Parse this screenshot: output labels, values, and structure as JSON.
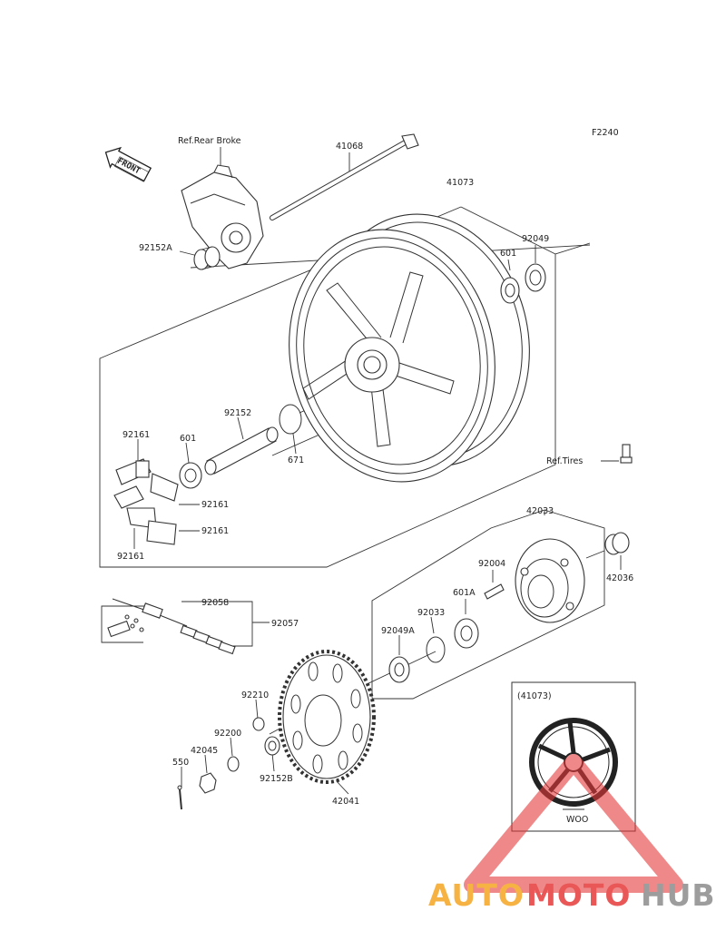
{
  "diagram_code": "F2240",
  "front_label": "FRONT",
  "ref_rear_brake": "Ref.Rear Broke",
  "ref_tires": "Ref.Tires",
  "parts": {
    "axle": "41068",
    "wheel": "41073",
    "collar_brake_side": "92152A",
    "bearing_right": "601",
    "seal_right": "92049",
    "collar_center": "92152",
    "o_ring": "671",
    "bearing_left": "601",
    "damper_top": "92161",
    "damper_mid": "92161",
    "damper_low": "92161",
    "damper_bottom": "92161",
    "coupling": "42033",
    "coupling_collar": "42036",
    "stud": "92004",
    "bearing_coupling": "601A",
    "snap_ring": "92033",
    "seal_coupling": "92049A",
    "chain_link": "92058",
    "chain": "92057",
    "nut": "92210",
    "washer": "92200",
    "collar_sprocket": "92152B",
    "axle_nut": "42045",
    "cotter_pin": "550",
    "sprocket": "42041"
  },
  "inset": {
    "title": "(41073)",
    "note": "WOO"
  },
  "watermark": {
    "part1": "AUTO",
    "part2": "MOTO",
    "part3": "HUB",
    "color_orange": "#f5a623",
    "color_red": "#e63a3a",
    "color_gray": "#8c8c8c"
  }
}
